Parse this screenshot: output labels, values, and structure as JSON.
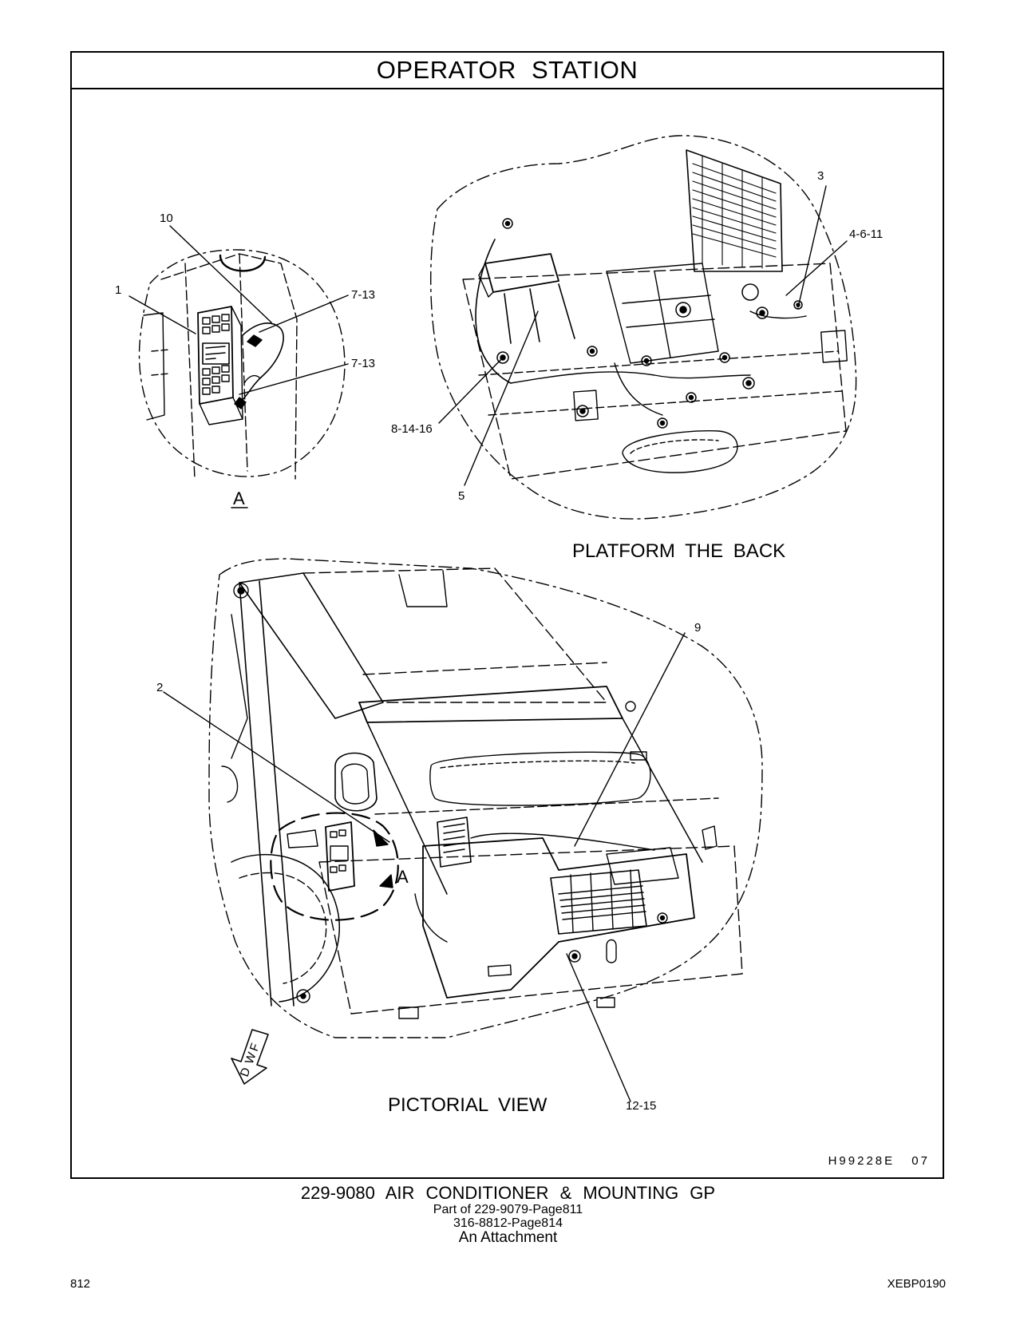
{
  "header": {
    "title": "OPERATOR STATION"
  },
  "views": {
    "detail_a_label": "A",
    "platform_label": "PLATFORM THE BACK",
    "pictorial_label": "PICTORIAL VIEW",
    "detail_marker": "A",
    "fwd_arrow_letters": [
      "F",
      "W",
      "D"
    ]
  },
  "callouts": {
    "c10": "10",
    "c1": "1",
    "c7_13_a": "7-13",
    "c7_13_b": "7-13",
    "c3": "3",
    "c4_6_11": "4-6-11",
    "c8_14_16": "8-14-16",
    "c5": "5",
    "c9": "9",
    "c2": "2",
    "c12_15": "12-15"
  },
  "illustration_id": "H99228E 07",
  "caption": {
    "title": "229-9080 AIR CONDITIONER & MOUNTING GP",
    "ref1": "Part of 229-9079-Page811",
    "ref2": "316-8812-Page814",
    "note": "An Attachment"
  },
  "footer": {
    "page_number": "812",
    "doc_number": "XEBP0190"
  }
}
